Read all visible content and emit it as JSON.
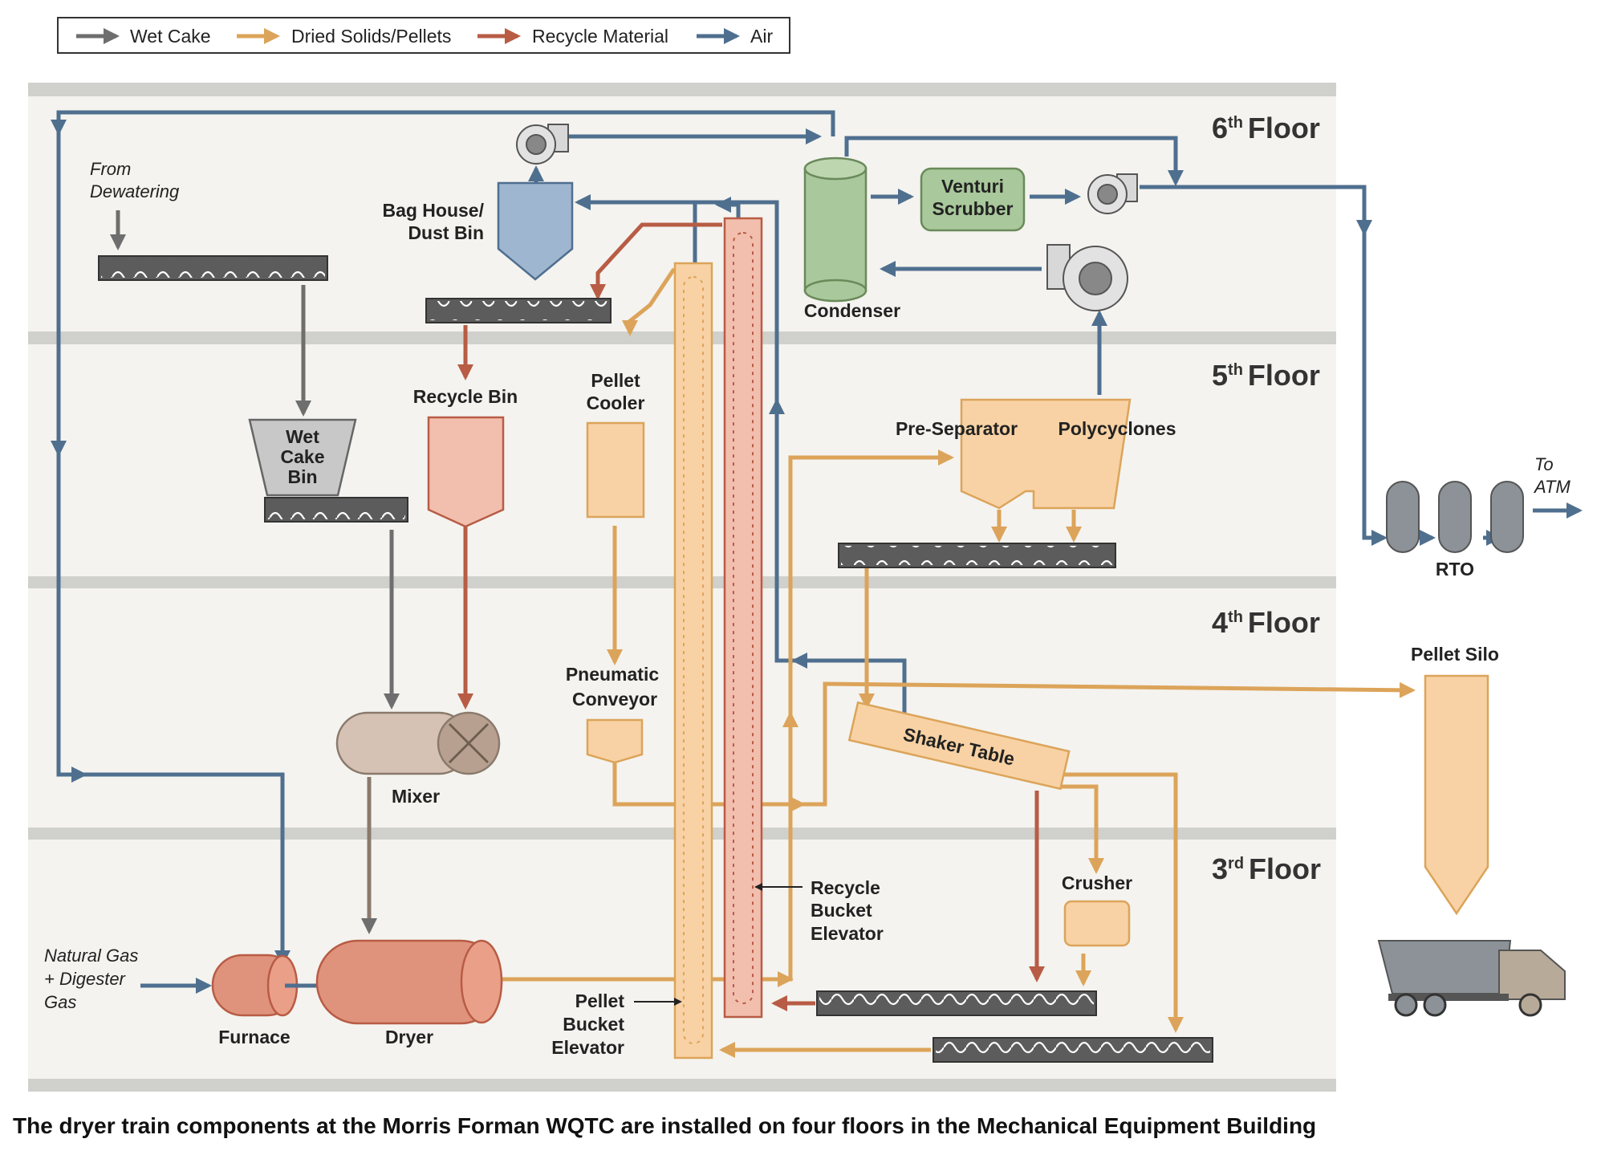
{
  "legend": {
    "wet_cake": "Wet Cake",
    "dried_solids": "Dried Solids/Pellets",
    "recycle_material": "Recycle Material",
    "air": "Air"
  },
  "colors": {
    "wet_cake": "#6e6e6e",
    "dried_solids": "#dca45a",
    "recycle_material": "#b85c45",
    "air": "#4f6f8f",
    "floor_band": "#cfcfcf",
    "floor_fill": "#f4f3ef"
  },
  "floors": {
    "f6": {
      "num": "6",
      "sup": "th",
      "word": "Floor"
    },
    "f5": {
      "num": "5",
      "sup": "th",
      "word": "Floor"
    },
    "f4": {
      "num": "4",
      "sup": "th",
      "word": "Floor"
    },
    "f3": {
      "num": "3",
      "sup": "rd",
      "word": "Floor"
    }
  },
  "labels": {
    "from_dewatering_1": "From",
    "from_dewatering_2": "Dewatering",
    "bag_house_1": "Bag House/",
    "bag_house_2": "Dust Bin",
    "wet_cake_bin_1": "Wet",
    "wet_cake_bin_2": "Cake",
    "wet_cake_bin_3": "Bin",
    "recycle_bin": "Recycle Bin",
    "pellet_cooler_1": "Pellet",
    "pellet_cooler_2": "Cooler",
    "condenser": "Condenser",
    "venturi_1": "Venturi",
    "venturi_2": "Scrubber",
    "pre_separator": "Pre-Separator",
    "polycyclones": "Polycyclones",
    "rto": "RTO",
    "to_atm_1": "To",
    "to_atm_2": "ATM",
    "pneumatic_1": "Pneumatic",
    "pneumatic_2": "Conveyor",
    "mixer": "Mixer",
    "shaker_table": "Shaker Table",
    "pellet_silo": "Pellet Silo",
    "crusher": "Crusher",
    "recycle_elevator_1": "Recycle",
    "recycle_elevator_2": "Bucket",
    "recycle_elevator_3": "Elevator",
    "natural_gas_1": "Natural Gas",
    "natural_gas_2": "+ Digester",
    "natural_gas_3": "Gas",
    "furnace": "Furnace",
    "dryer": "Dryer",
    "pellet_elevator_1": "Pellet",
    "pellet_elevator_2": "Bucket",
    "pellet_elevator_3": "Elevator"
  },
  "caption": "The dryer train components at the Morris Forman WQTC are installed on four floors in the Mechanical Equipment Building"
}
